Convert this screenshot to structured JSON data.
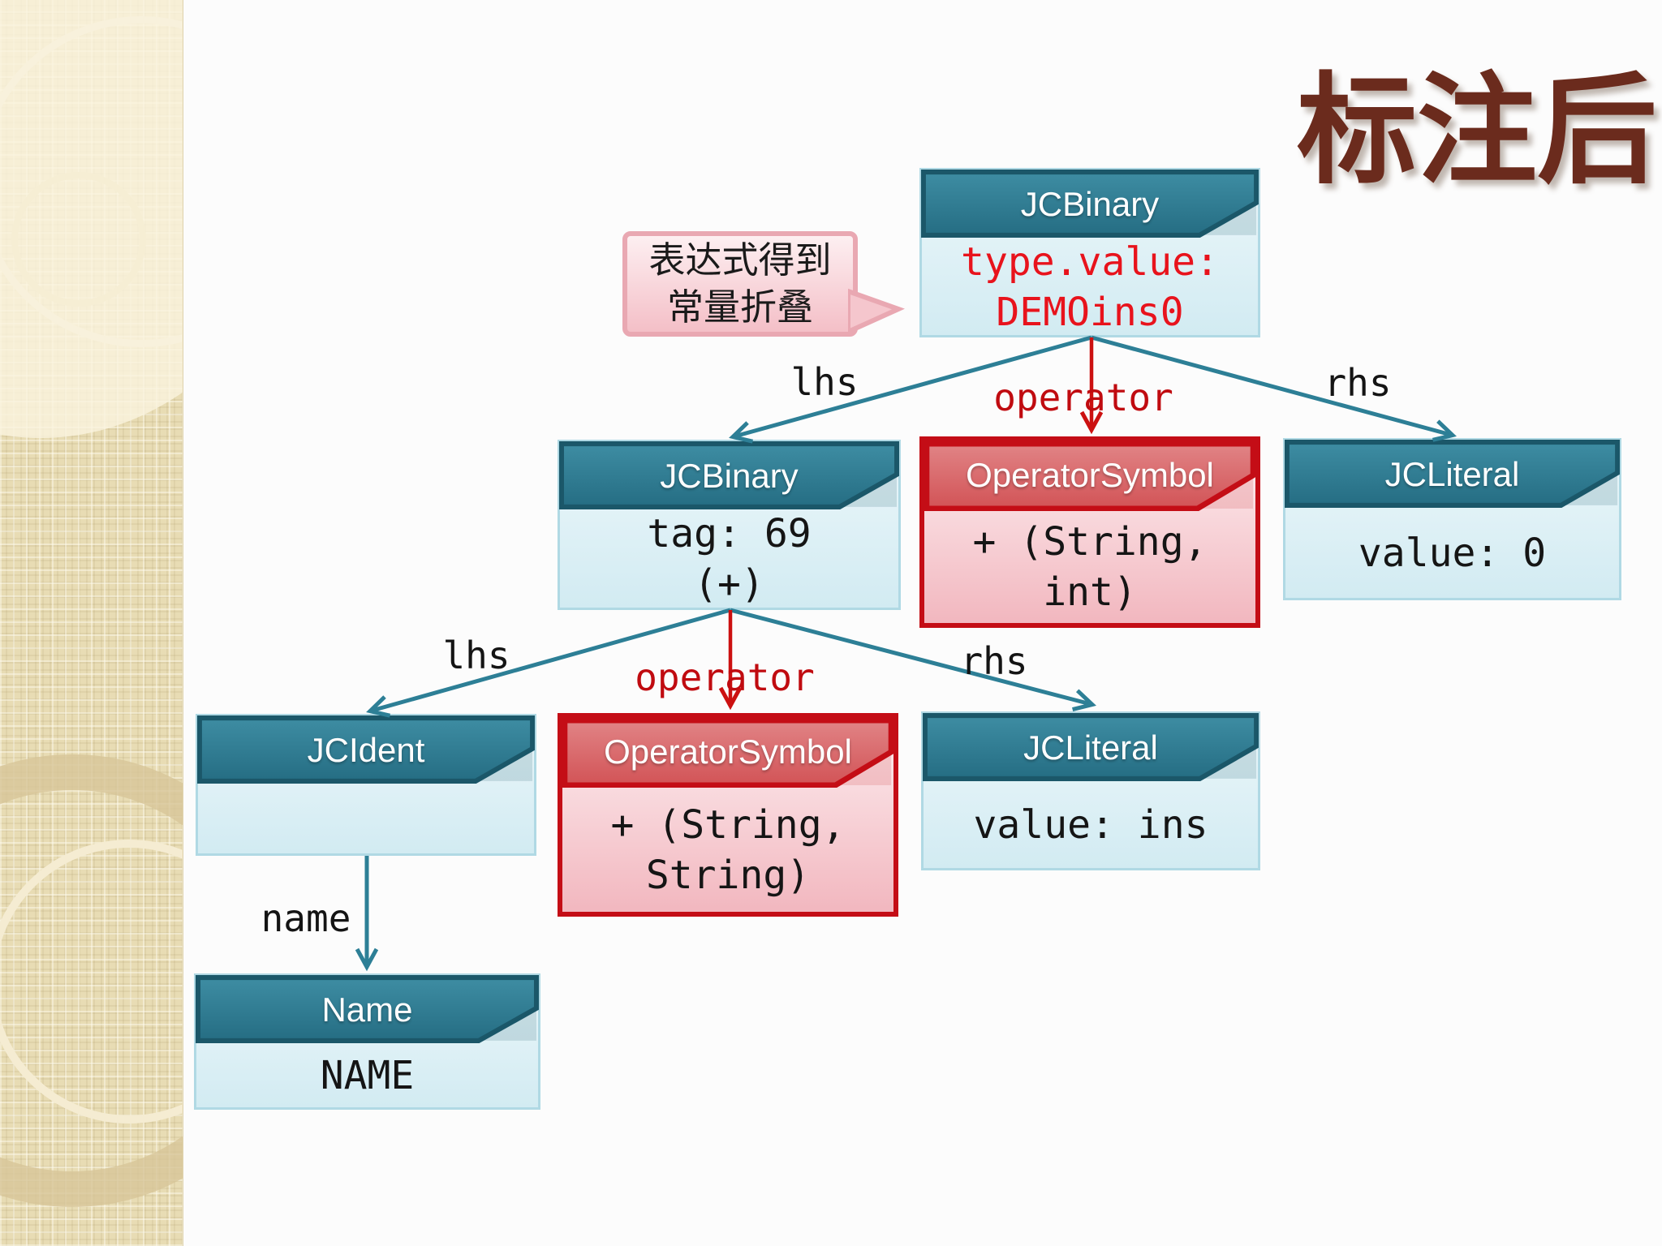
{
  "slide": {
    "title": "标注后"
  },
  "callout": {
    "line1": "表达式得到",
    "line2": "常量折叠"
  },
  "nodes": {
    "root": {
      "header": "JCBinary",
      "line1": "type.value:",
      "line2": "DEMOins0"
    },
    "binary2": {
      "header": "JCBinary",
      "line1": "tag: 69",
      "line2": "(+)"
    },
    "opsym1": {
      "header": "OperatorSymbol",
      "line1": "+ (String,",
      "line2": "int)"
    },
    "literal1": {
      "header": "JCLiteral",
      "line1": "value: 0"
    },
    "ident": {
      "header": "JCIdent"
    },
    "opsym2": {
      "header": "OperatorSymbol",
      "line1": "+ (String,",
      "line2": "String)"
    },
    "literal2": {
      "header": "JCLiteral",
      "line1": "value: ins"
    },
    "name": {
      "header": "Name",
      "line1": "NAME"
    }
  },
  "labels": {
    "lhs1": "lhs",
    "operator1": "operator",
    "rhs1": "rhs",
    "lhs2": "lhs",
    "operator2": "operator",
    "rhs2": "rhs",
    "name": "name"
  },
  "colors": {
    "title": "#6b2b1d",
    "teal_header": "#2d7d93",
    "teal_outline": "#1b5769",
    "node_body_blue": "#d9eef5",
    "red_border": "#c40d16",
    "red_header": "#d9686b",
    "node_body_pink": "#f6c9d0",
    "red_value_text": "#e8131c",
    "edge_teal": "#2d7f96",
    "edge_red": "#cc1111",
    "callout_border": "#e9a8b2",
    "callout_fill": "#f8d6db",
    "sidebar": "#e8dcb4"
  }
}
